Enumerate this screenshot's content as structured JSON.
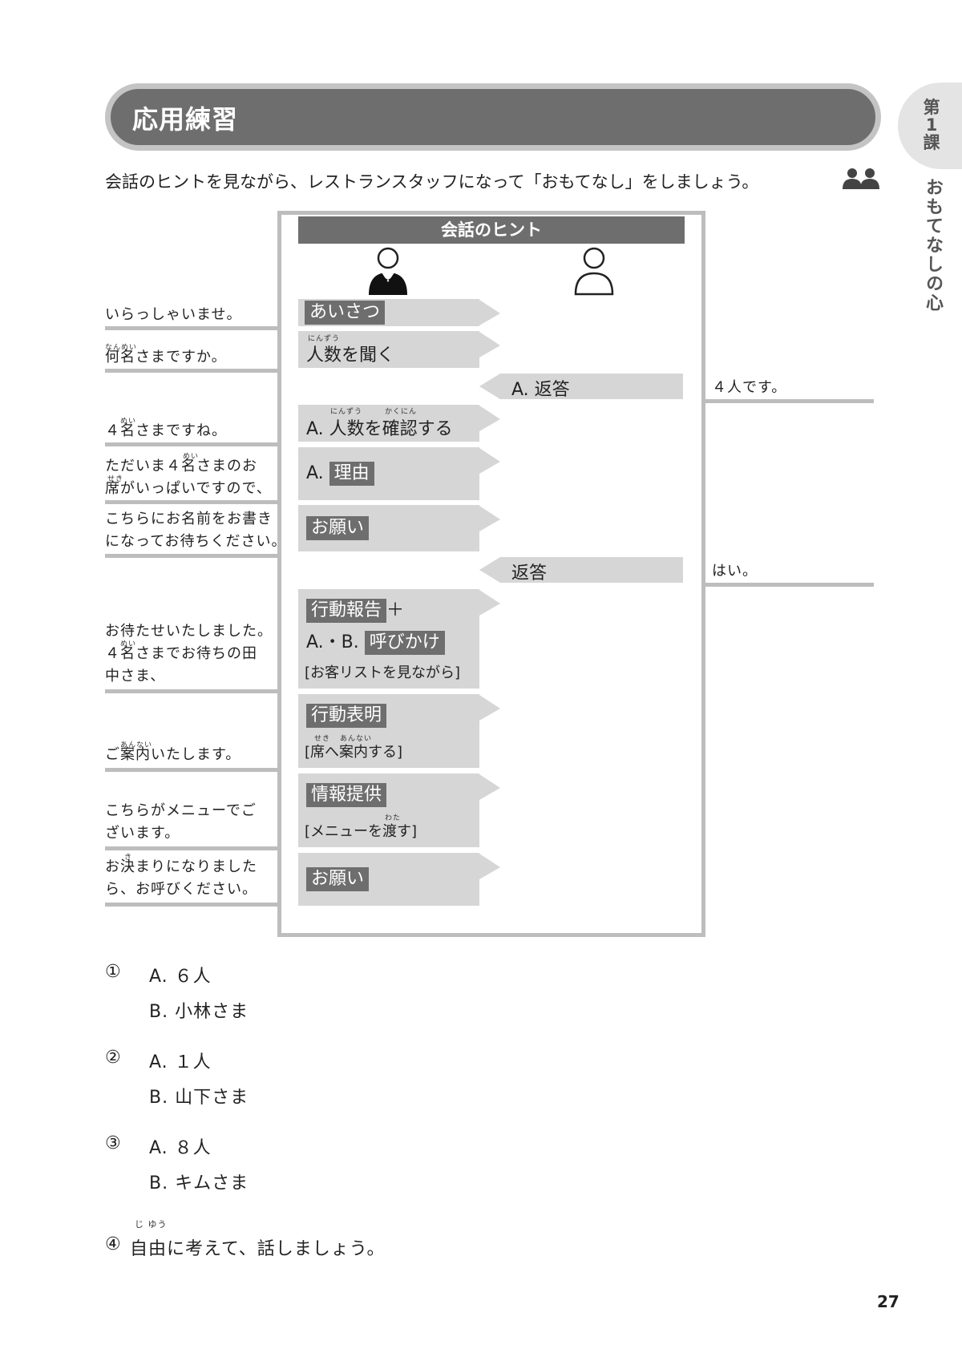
{
  "section": {
    "title": "応用練習",
    "chapter_tab": [
      "第",
      "1",
      "課"
    ],
    "chapter_title": "おもてなしの心"
  },
  "instruction": "会話のヒントを見ながら、レストランスタッフになって「おもてなし」をしましょう。",
  "icons": {
    "pair": "pair-work-icon",
    "staff": "staff-person-icon",
    "customer": "customer-person-icon"
  },
  "hint_box": {
    "title": "会話のヒント",
    "steps": [
      {
        "tag": "あいさつ"
      },
      {
        "text": "人数を聞く",
        "ruby": "にんずう"
      },
      {
        "text": "A. 返答"
      },
      {
        "text": "A. 人数を確認する",
        "ruby1": "にんずう",
        "ruby2": "かくにん"
      },
      {
        "prefix": "A.",
        "tag": "理由"
      },
      {
        "tag": "お願い"
      },
      {
        "text": "返答"
      },
      {
        "tag": "行動報告",
        "suffix": "＋",
        "line2_prefix": "A.・B.",
        "line2_tag": "呼びかけ",
        "note": "[お客リストを見ながら]"
      },
      {
        "tag": "行動表明",
        "note": "[席へ案内する]",
        "ruby1": "せき",
        "ruby2": "あんない"
      },
      {
        "tag": "情報提供",
        "note": "[メニューを渡す]",
        "ruby": "わた"
      },
      {
        "tag": "お願い"
      }
    ]
  },
  "staff_lines": [
    {
      "text": "いらっしゃいませ。"
    },
    {
      "text": "何名さまですか。",
      "ruby": "なんめい"
    },
    {
      "text": "４名さまですね。",
      "ruby": "めい"
    },
    {
      "line1": "ただいま４名さまのお",
      "line2": "席がいっぱいですので、",
      "ruby1": "めい",
      "ruby2": "せき"
    },
    {
      "line1": "こちらにお名前をお書き",
      "line2": "になってお待ちください。"
    },
    {
      "line1": "お待たせいたしました。",
      "line2": "４名さまでお待ちの田",
      "line3": "中さま、",
      "ruby": "めい"
    },
    {
      "text": "ご案内いたします。",
      "ruby": "あんない"
    },
    {
      "line1": "こちらがメニューでご",
      "line2": "ざいます。"
    },
    {
      "line1": "お決まりになりました",
      "line2": "ら、お呼びください。",
      "ruby": "き"
    }
  ],
  "customer_lines": [
    {
      "text": "４人です。"
    },
    {
      "text": "はい。"
    }
  ],
  "exercises": [
    {
      "num": "①",
      "a": "A. ６人",
      "b": "B. 小林さま"
    },
    {
      "num": "②",
      "a": "A. １人",
      "b": "B. 山下さま"
    },
    {
      "num": "③",
      "a": "A. ８人",
      "b": "B. キムさま"
    },
    {
      "num": "④",
      "text": "自由に考えて、話しましょう。",
      "ruby": "じ ゆう"
    }
  ],
  "page_number": "27"
}
